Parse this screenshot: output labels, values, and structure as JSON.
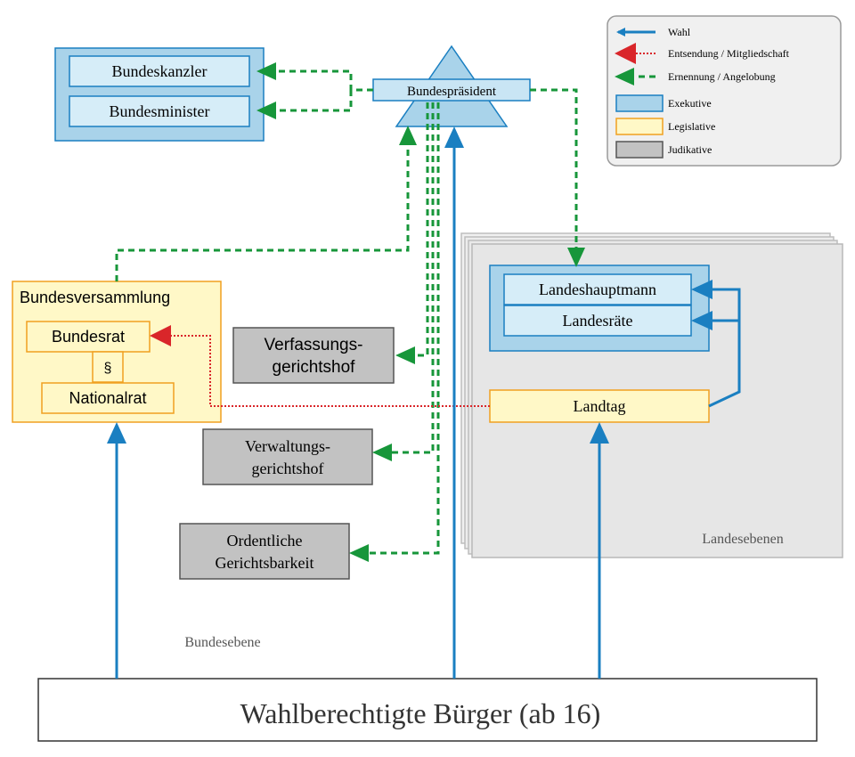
{
  "colors": {
    "executive_fill": "#a9d3ea",
    "executive_inner": "#d6edf8",
    "executive_stroke": "#1a7fc1",
    "legislative_fill": "#fff8c7",
    "legislative_stroke": "#f0a020",
    "judicative_fill": "#c2c2c2",
    "judicative_stroke": "#555555",
    "election_arrow": "#1a7fc1",
    "delegation_arrow": "#d9262a",
    "appointment_arrow": "#17963a"
  },
  "legend": {
    "election": "Wahl",
    "delegation": "Entsendung / Mitgliedschaft",
    "appointment": "Ernennung / Angelobung",
    "executive": "Exekutive",
    "legislative": "Legislative",
    "judicative": "Judikative"
  },
  "federal": {
    "chancellor": "Bundeskanzler",
    "ministers": "Bundesminister",
    "president": "Bundespräsident",
    "assembly": "Bundesversammlung",
    "federal_council": "Bundesrat",
    "paragraph": "§",
    "national_council": "Nationalrat",
    "constitutional_court_1": "Verfassungs-",
    "constitutional_court_2": "gerichtshof",
    "administrative_court_1": "Verwaltungs-",
    "administrative_court_2": "gerichtshof",
    "ordinary_courts_1": "Ordentliche",
    "ordinary_courts_2": "Gerichtsbarkeit",
    "level_label": "Bundesebene"
  },
  "state": {
    "governor": "Landeshauptmann",
    "councillors": "Landesräte",
    "parliament": "Landtag",
    "level_label": "Landesebenen"
  },
  "voters": "Wahlberechtigte Bürger (ab 16)"
}
